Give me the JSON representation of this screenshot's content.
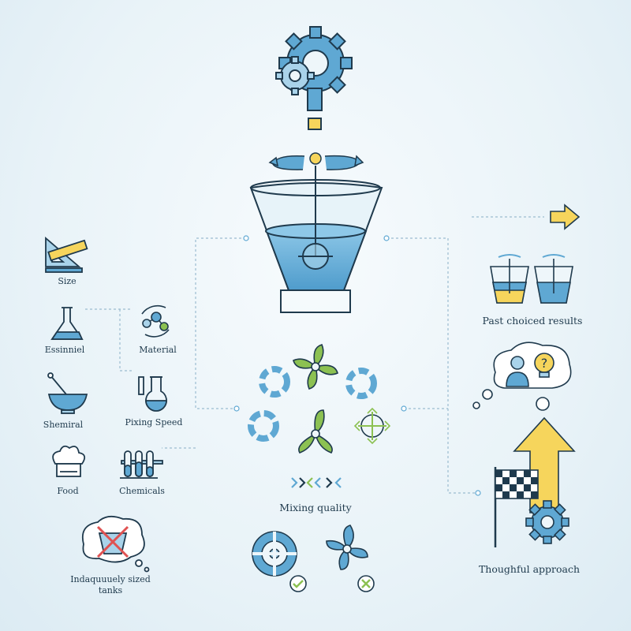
{
  "left_labels": {
    "size": "Size",
    "essential": "Essinniel",
    "material": "Material",
    "chemical": "Shemiral",
    "mixing_speed": "Pixing Speed",
    "food": "Food",
    "chemicals": "Chemicals",
    "inadequate_tanks_line1": "Indaquuuely sized",
    "inadequate_tanks_line2": "tanks"
  },
  "center_labels": {
    "mixing_quality": "Mixing quality"
  },
  "right_labels": {
    "past_results": "Past choiced results",
    "thoughtful_approach": "Thoughful approach"
  },
  "colors": {
    "outline": "#1f3a4d",
    "blue": "#5fa8d3",
    "light_blue": "#a9d3ea",
    "green": "#8cc152",
    "yellow": "#f6d55c",
    "red": "#e05252",
    "connector": "#9bbcd0"
  },
  "icons": [
    "gear-question-icon",
    "rotation-arrows-icon",
    "mixing-tank-icon",
    "ruler-triangle-icon",
    "flask-icon",
    "molecule-icon",
    "mortar-icon",
    "round-flask-icon",
    "chef-hat-icon",
    "test-tubes-icon",
    "crossed-tank-thought-icon",
    "impeller-icon",
    "chevrons-icon",
    "checkmark-icon",
    "cross-icon",
    "arrow-right-icon",
    "beakers-icon",
    "thought-person-icon",
    "up-arrow-icon",
    "checkered-flag-icon",
    "gear-icon"
  ]
}
